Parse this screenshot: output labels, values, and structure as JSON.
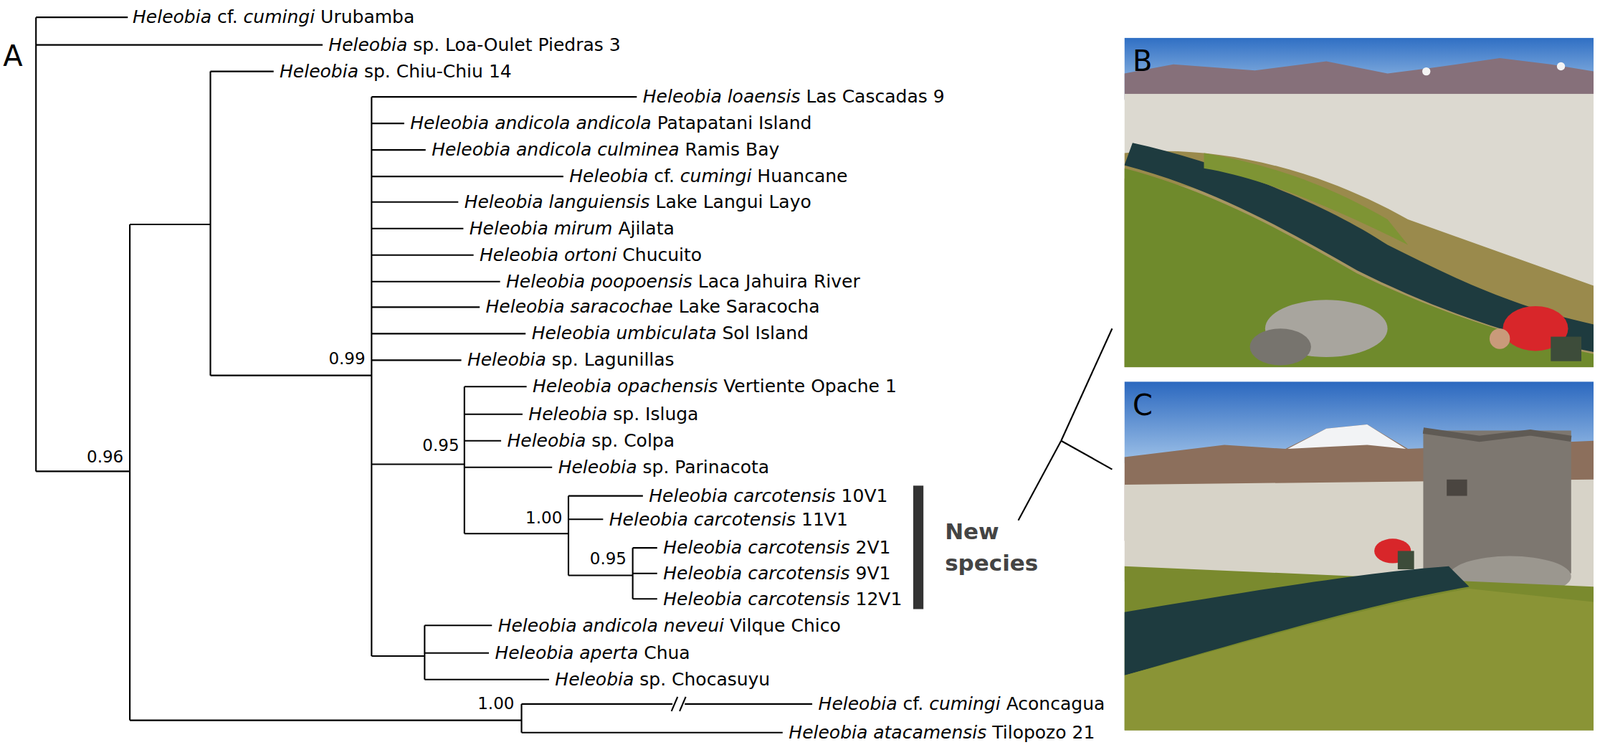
{
  "diagram": {
    "labels": [
      "A",
      "Heleobia cf. cumingi Urubamba",
      "Heleobia sp. Loa-Oulet Piedras 3",
      "Heleobia sp. Chiu-Chiu 14",
      "Heleobia loaensis Las Cascadas 9",
      "Heleobia andicola andicola Patapatani Island",
      "Heleobia andicola culminea Ramis Bay",
      "Heleobia cf. cumingi Huancane",
      "Heleobia languiensis Lake Langui Layo",
      "Heleobia mirum Ajilata",
      "Heleobia ortoni Chucuito",
      "Heleobia poopoensis Laca Jahuira River",
      "Heleobia saracochae Lake Saracocha",
      "Heleobia umbiculata Sol Island",
      "Heleobia sp. Lagunillas",
      "Heleobia opachensis Vertiente Opache 1",
      "Heleobia sp. Isluga",
      "Heleobia sp. Colpa",
      "Heleobia sp. Parinacota",
      "Heleobia carcotensis 10V1",
      "Heleobia carcotensis 11V1",
      "Heleobia carcotensis 2V1",
      "Heleobia carcotensis 9V1",
      "Heleobia carcotensis 12V1",
      "Heleobia andicola neveui Vilque Chico",
      "Heleobia aperta Chua",
      "Heleobia sp. Chocasuyu",
      "Heleobia cf. cumingi Aconcagua",
      "Heleobia atacamensis Tilopozo 21",
      "0.96",
      "0.99",
      "0.95",
      "1.00",
      "0.95",
      "1.00",
      "New species",
      "B",
      "C"
    ]
  }
}
